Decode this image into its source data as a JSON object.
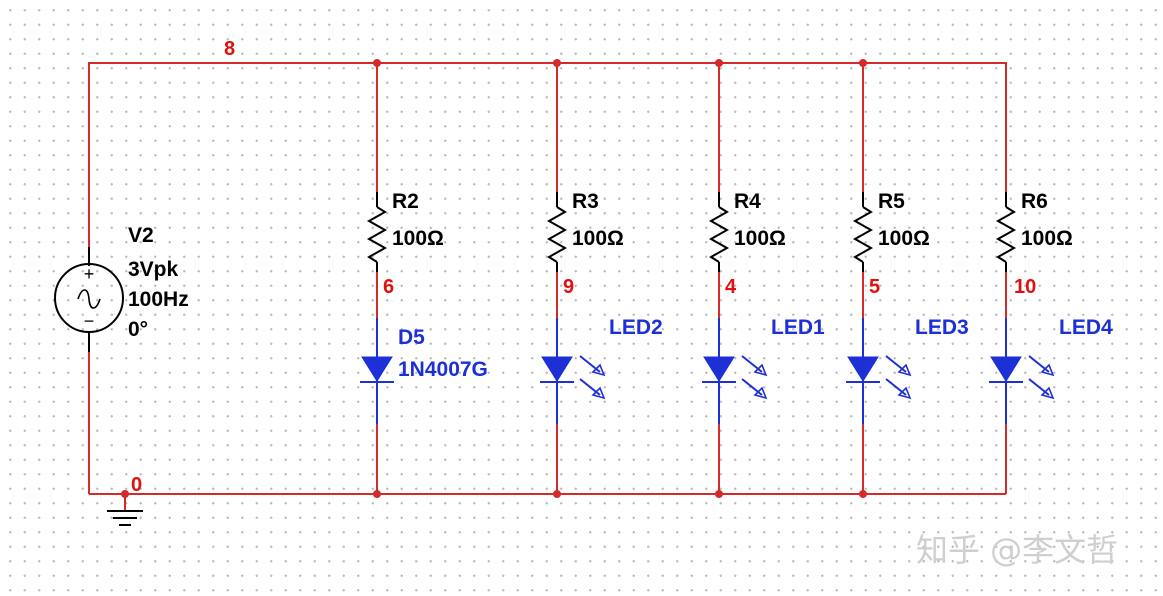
{
  "nets": {
    "top": "8",
    "ground": "0",
    "n6": "6",
    "n9": "9",
    "n4": "4",
    "n5": "5",
    "n10": "10"
  },
  "source": {
    "ref": "V2",
    "amplitude": "3Vpk",
    "frequency": "100Hz",
    "phase": "0°",
    "plus": "+",
    "minus": "−"
  },
  "resistors": [
    {
      "ref": "R2",
      "value": "100Ω"
    },
    {
      "ref": "R3",
      "value": "100Ω"
    },
    {
      "ref": "R4",
      "value": "100Ω"
    },
    {
      "ref": "R5",
      "value": "100Ω"
    },
    {
      "ref": "R6",
      "value": "100Ω"
    }
  ],
  "diode": {
    "ref": "D5",
    "part": "1N4007G"
  },
  "leds": [
    {
      "ref": "LED2"
    },
    {
      "ref": "LED1"
    },
    {
      "ref": "LED3"
    },
    {
      "ref": "LED4"
    }
  ],
  "watermark": "知乎 @李文哲",
  "colors": {
    "wire": "#d42a2a",
    "component": "#1d2fd6",
    "net_label": "#e01010",
    "text": "#000000"
  }
}
